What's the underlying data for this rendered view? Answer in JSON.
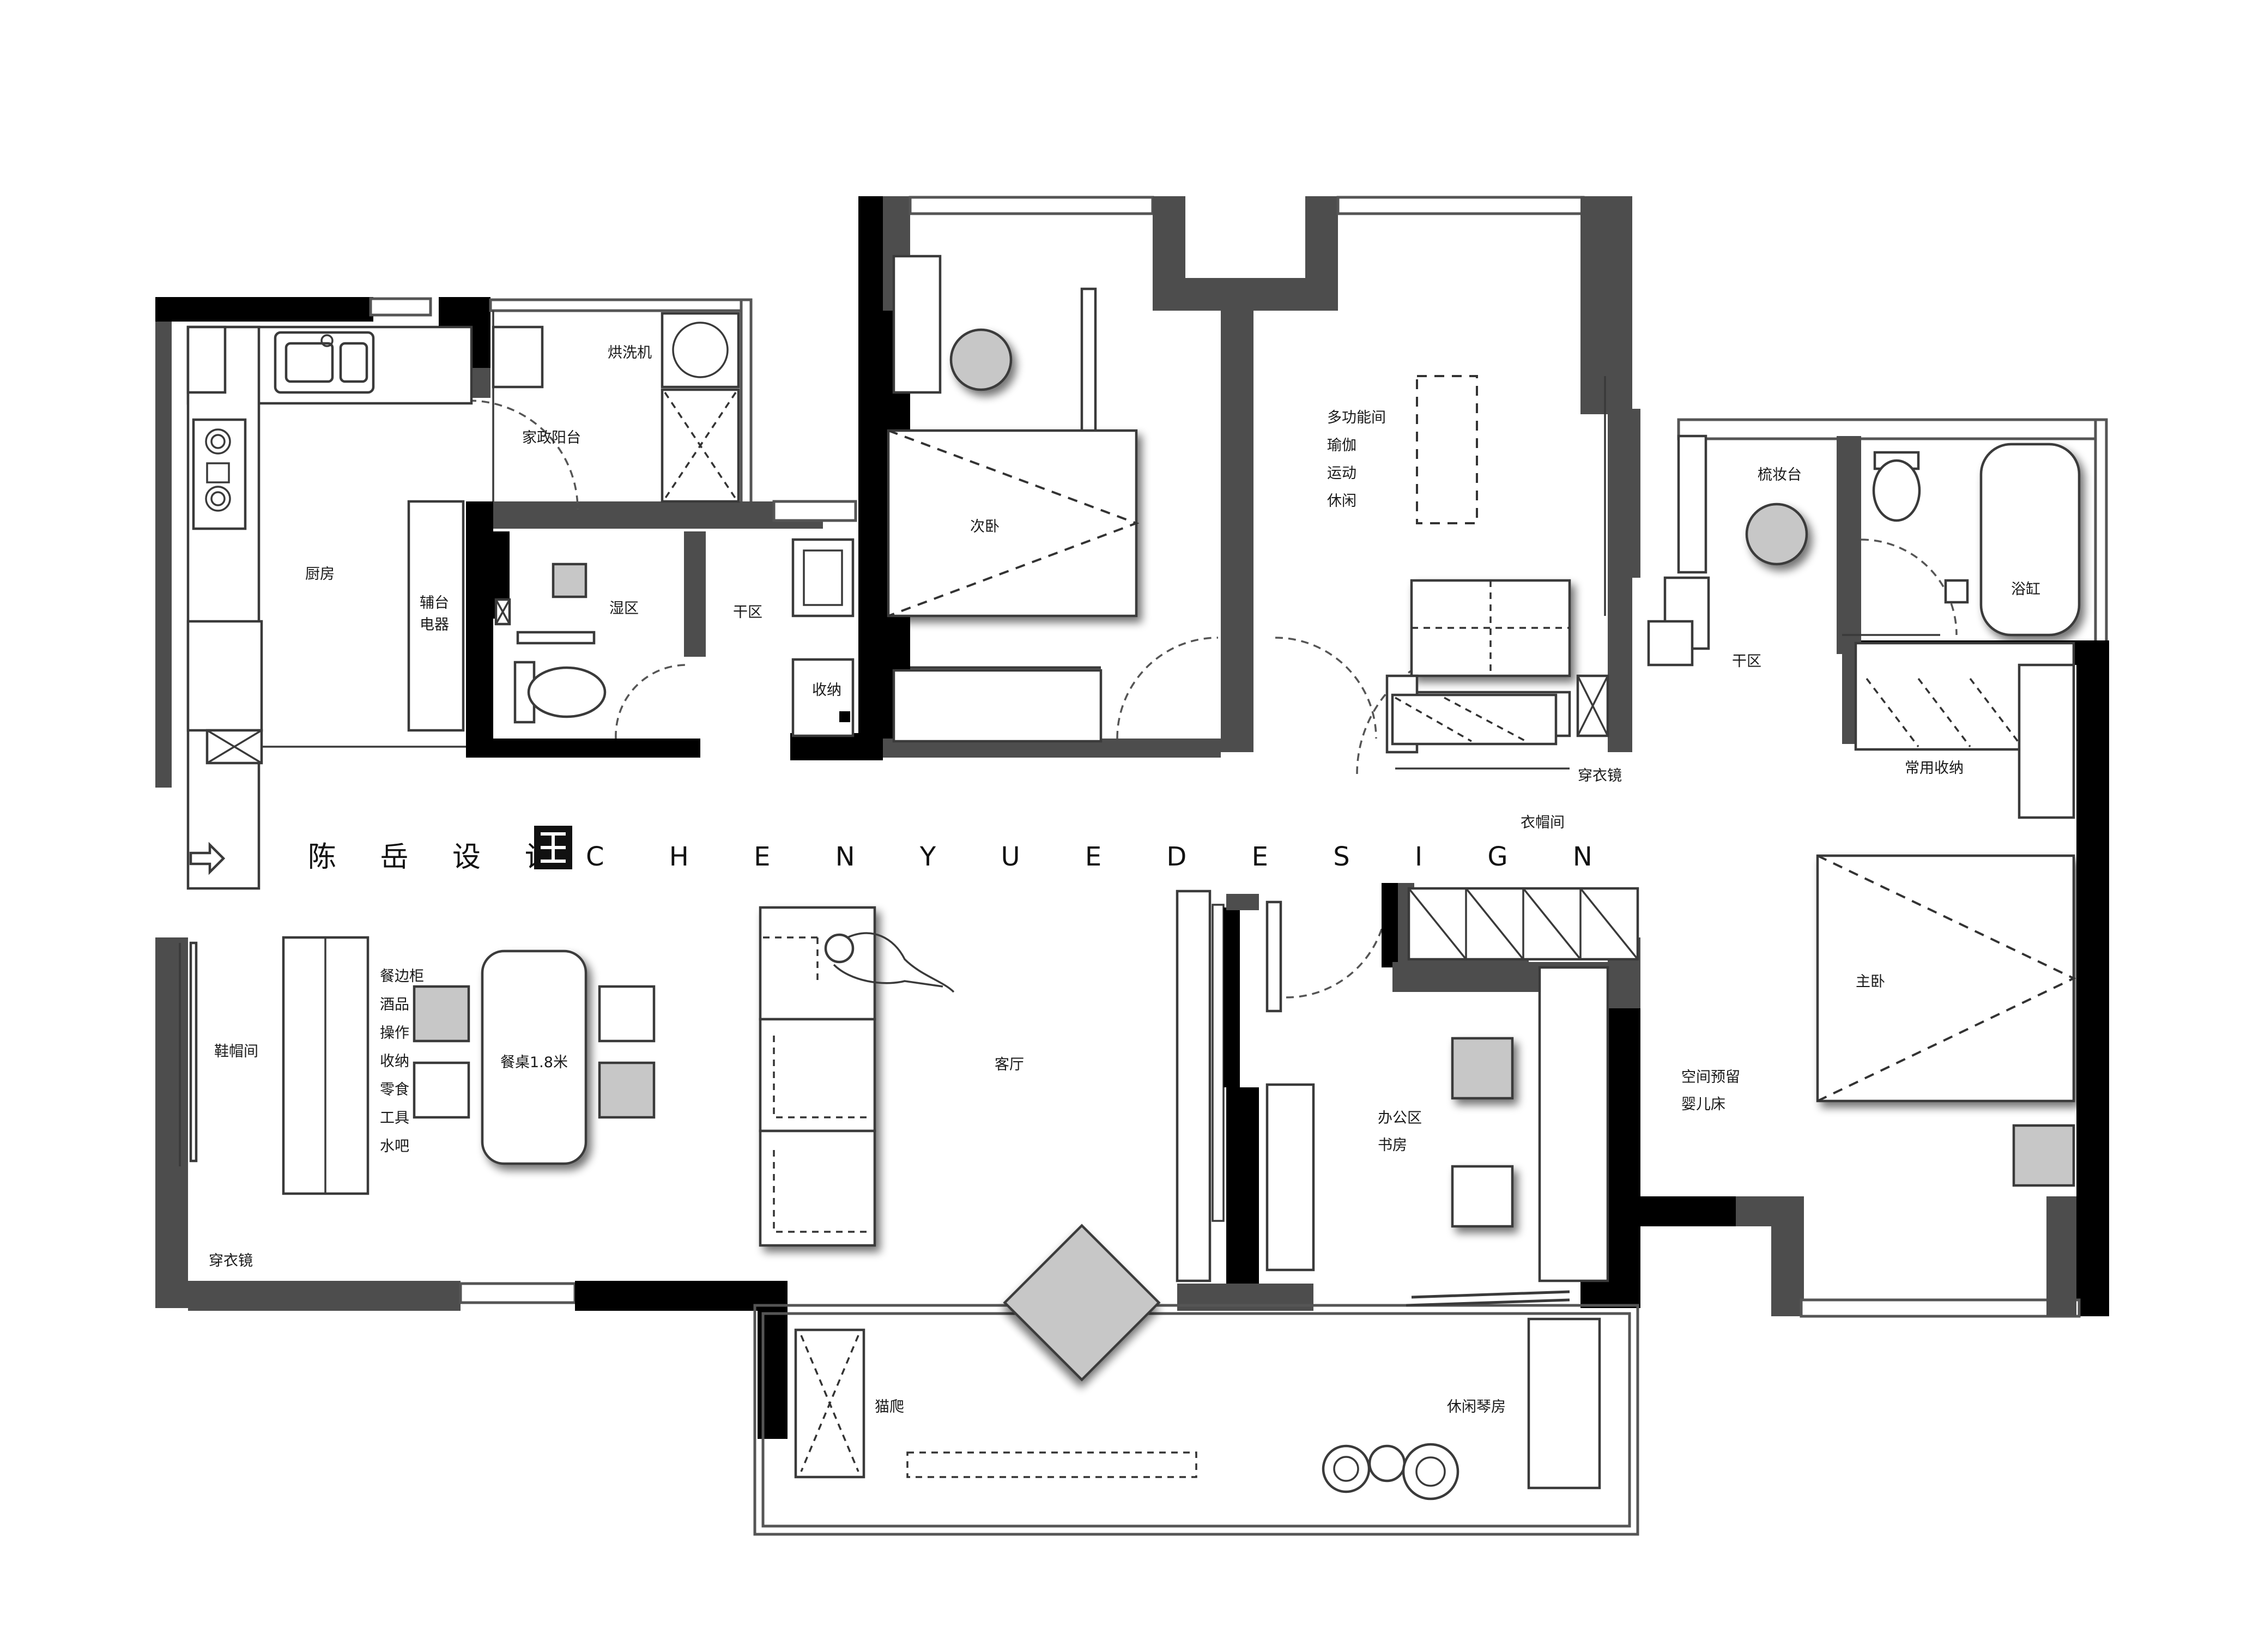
{
  "brand": {
    "name_cn": "陈 岳 设 计",
    "name_en": "C H E N Y U E D E S I G N",
    "logo_icon": "seal-logo-icon"
  },
  "rooms": {
    "kitchen": "厨房",
    "service_balcony": "家政阳台",
    "dryer": "烘洗机",
    "aux_counter_1": "辅台",
    "aux_counter_2": "电器",
    "wet_zone": "湿区",
    "dry_zone_left": "干区",
    "storage_left": "收纳",
    "second_bedroom": "次卧",
    "multi_room_1": "多功能间",
    "multi_room_2": "瑜伽",
    "multi_room_3": "运动",
    "multi_room_4": "休闲",
    "vanity": "梳妆台",
    "bathtub": "浴缸",
    "dry_zone_right": "干区",
    "dressing_mirror_top": "穿衣镜",
    "cloakroom": "衣帽间",
    "common_storage": "常用收纳",
    "master_bedroom": "主卧",
    "crib_1": "空间预留",
    "crib_2": "婴儿床",
    "shoe_room": "鞋帽间",
    "sideboard_1": "餐边柜",
    "sideboard_2": "酒品",
    "sideboard_3": "操作",
    "sideboard_4": "收纳",
    "sideboard_5": "零食",
    "sideboard_6": "工具",
    "sideboard_7": "水吧",
    "dining_table": "餐桌1.8米",
    "living_room": "客厅",
    "office_1": "办公区",
    "office_2": "书房",
    "dressing_mirror_bottom": "穿衣镜",
    "cat_climber": "猫爬",
    "leisure_piano": "休闲琴房"
  },
  "colors": {
    "wall_black": "#000000",
    "wall_grey": "#4d4d4d",
    "furniture_grey": "#c7c7c7"
  },
  "icons": {
    "entry": "entry-arrow-icon",
    "plants": "potted-plant-icon"
  }
}
